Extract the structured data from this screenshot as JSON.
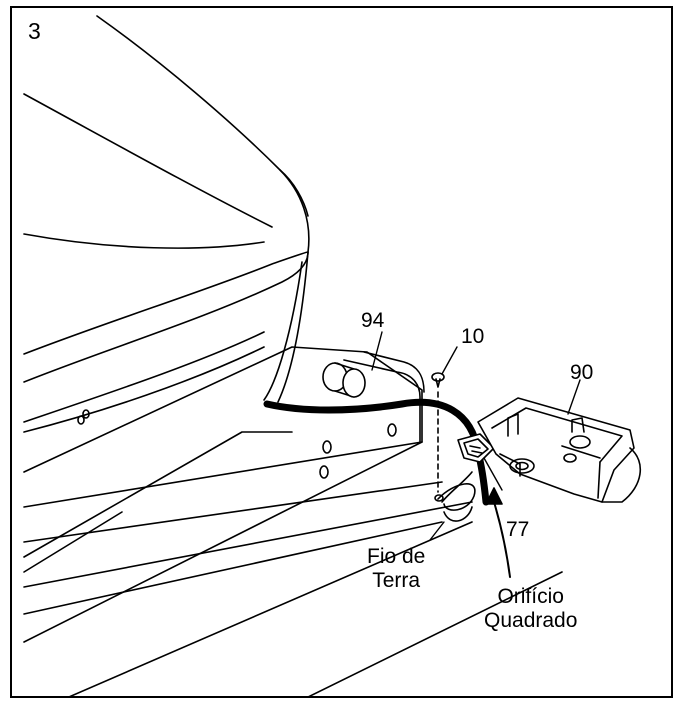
{
  "step": "3",
  "labels": {
    "p94": "94",
    "p10": "10",
    "p90": "90",
    "p77": "77",
    "ground_wire_1": "Fio de",
    "ground_wire_2": "Terra",
    "square_hole_1": "Orifício",
    "square_hole_2": "Quadrado"
  }
}
